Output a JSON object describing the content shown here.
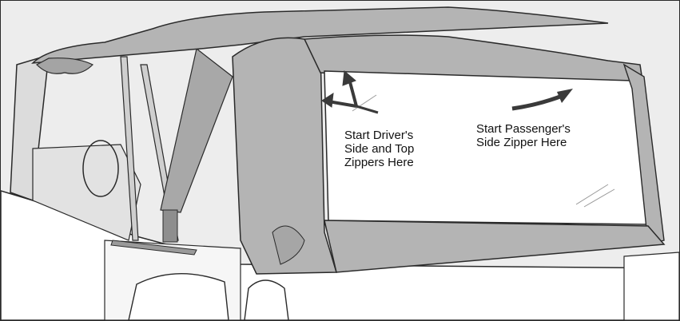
{
  "callouts": {
    "driver": "Start Driver's\nSide and Top\nZippers Here",
    "passenger": "Start Passenger's\nSide Zipper Here"
  },
  "colors": {
    "canvas": "#ededed",
    "fabric": "#b4b4b4",
    "fabric_dark": "#9a9a9a",
    "window": "#ffffff",
    "outline": "#2a2a2a",
    "arrow": "#3a3a3a"
  },
  "icons": {
    "driver_arrow": "double-headed-arrow",
    "passenger_arrow": "curved-arrow"
  }
}
